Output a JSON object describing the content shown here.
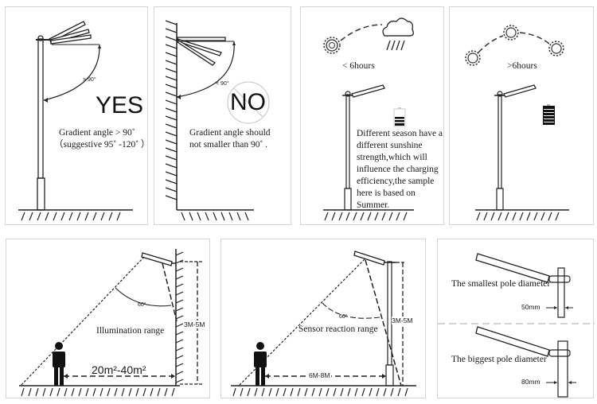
{
  "panels": {
    "yes": {
      "angle_label": "> 90°",
      "verdict": "YES",
      "caption_line1": "Gradient angle > 90˚",
      "caption_line2": "（suggestive 95˚ -120˚ ）"
    },
    "no": {
      "angle_label": "< 90°",
      "verdict": "NO",
      "caption_line1": "Gradient angle should",
      "caption_line2": "not smaller than 90˚ ."
    },
    "low_sun": {
      "hours_label": "< 6hours",
      "battery_level": "partial",
      "note": "Different season have a different sunshine strength,which will influence the charging efficiency,the sample here is based on Summer."
    },
    "high_sun": {
      "hours_label": ">6hours",
      "battery_level": "full"
    },
    "illumination": {
      "angle_label": "60°",
      "range_label": "Illumination range",
      "height_label": "3M-5M",
      "area_label": "20m²-40m²"
    },
    "sensor": {
      "angle_label": "60°",
      "range_label": "Sensor reaction range",
      "height_label": "3M-5M",
      "distance_label": "6M-8M"
    },
    "pole_diameter": {
      "smallest_label": "The smallest  pole diameter",
      "smallest_value": "50mm",
      "biggest_label": "The biggest  pole diameter",
      "biggest_value": "80mm"
    }
  },
  "colors": {
    "line": "#222222",
    "border": "#d4d4d4",
    "dashed_divider": "#bbbbbb"
  }
}
